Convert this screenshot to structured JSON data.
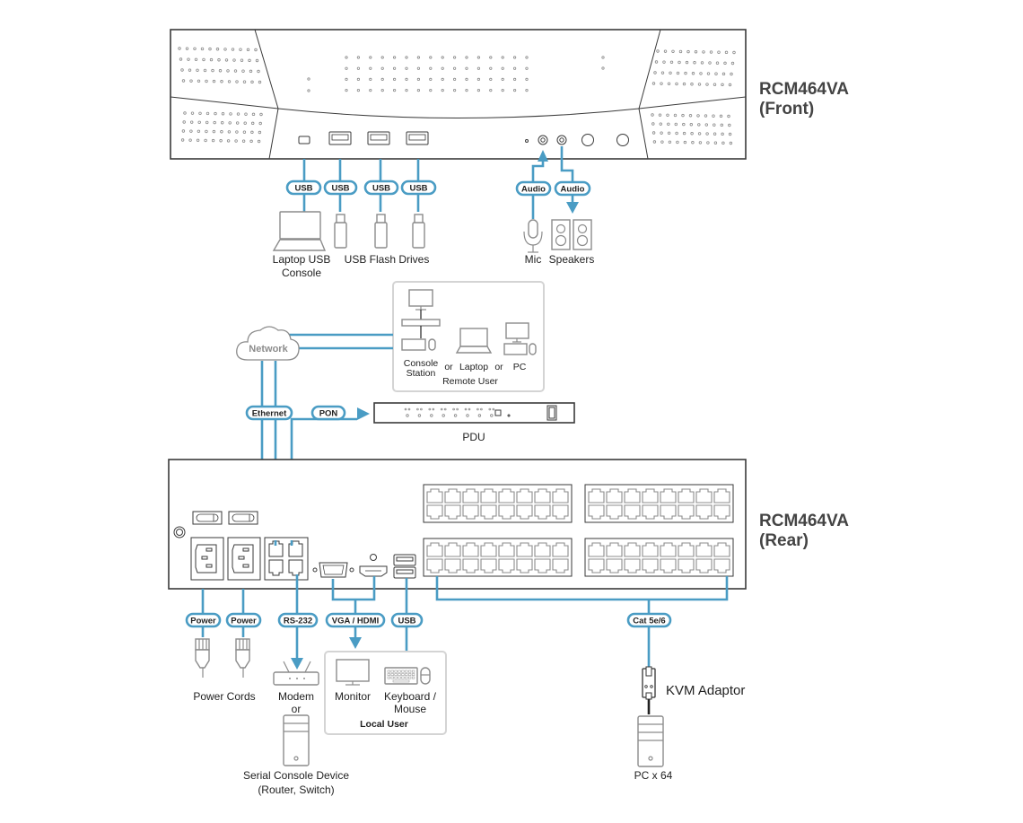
{
  "device_front": {
    "title": "RCM464VA",
    "subtitle": "(Front)"
  },
  "device_rear": {
    "title": "RCM464VA",
    "subtitle": "(Rear)"
  },
  "cable_labels": {
    "usb": "USB",
    "audio": "Audio",
    "ethernet": "Ethernet",
    "pon": "PON",
    "power": "Power",
    "rs232": "RS-232",
    "vga_hdmi": "VGA / HDMI",
    "cat": "Cat 5e/6"
  },
  "front_peripherals": {
    "laptop_line1": "Laptop USB",
    "laptop_line2": "Console",
    "flash_drives": "USB Flash Drives",
    "mic": "Mic",
    "speakers": "Speakers"
  },
  "network": {
    "label": "Network"
  },
  "remote_user": {
    "console_line1": "Console",
    "console_line2": "Station",
    "or1": "or",
    "laptop": "Laptop",
    "or2": "or",
    "pc": "PC",
    "group_label": "Remote User"
  },
  "pdu": {
    "label": "PDU"
  },
  "rear_peripherals": {
    "power_cords": "Power Cords",
    "modem_line1": "Modem",
    "modem_line2": "or",
    "serial_line1": "Serial Console Device",
    "serial_line2": "(Router, Switch)",
    "monitor": "Monitor",
    "kbm_line1": "Keyboard /",
    "kbm_line2": "Mouse",
    "local_user": "Local User",
    "kvm_adaptor": "KVM Adaptor",
    "pc_count": "PC x 64"
  },
  "colors": {
    "cable": "#4a9cc4",
    "device_outline": "#3a3a3a",
    "peripheral": "#8c8c8c"
  }
}
